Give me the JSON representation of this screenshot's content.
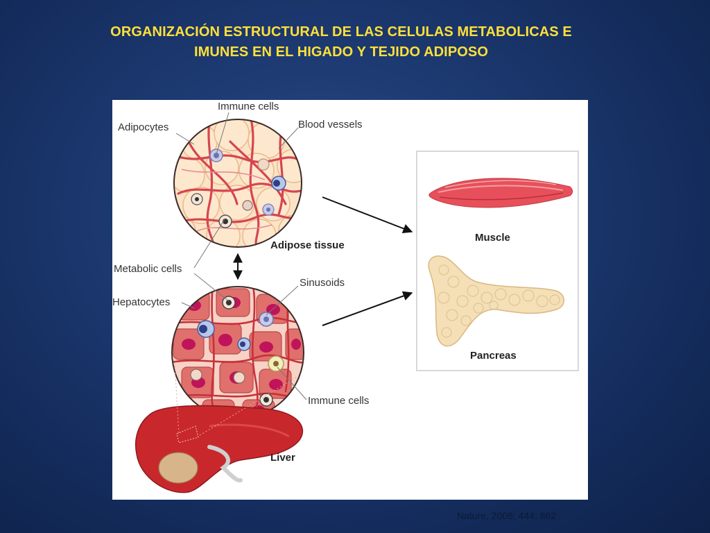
{
  "title": {
    "line1": "ORGANIZACIÓN ESTRUCTURAL DE  LAS CELULAS METABOLICAS E",
    "line2": "IMUNES EN EL HIGADO Y TEJIDO ADIPOSO"
  },
  "figure": {
    "labels": {
      "immune_cells_top": "Immune cells",
      "adipocytes": "Adipocytes",
      "blood_vessels": "Blood vessels",
      "adipose_tissue": "Adipose tissue",
      "metabolic_cells": "Metabolic cells",
      "sinusoids": "Sinusoids",
      "hepatocytes": "Hepatocytes",
      "immune_cells_bottom": "Immune cells",
      "liver": "Liver",
      "muscle": "Muscle",
      "pancreas": "Pancreas"
    },
    "colors": {
      "adipocyte_fill": "#fbe3c6",
      "vessel": "#d64550",
      "hepatocyte": "#e0706c",
      "nucleus": "#c0135a",
      "liver": "#c8282c",
      "muscle": "#e7505a",
      "pancreas": "#f4dfb6",
      "title": "#ffe03a"
    }
  },
  "citation": "Nature, 2006; 444:  862"
}
